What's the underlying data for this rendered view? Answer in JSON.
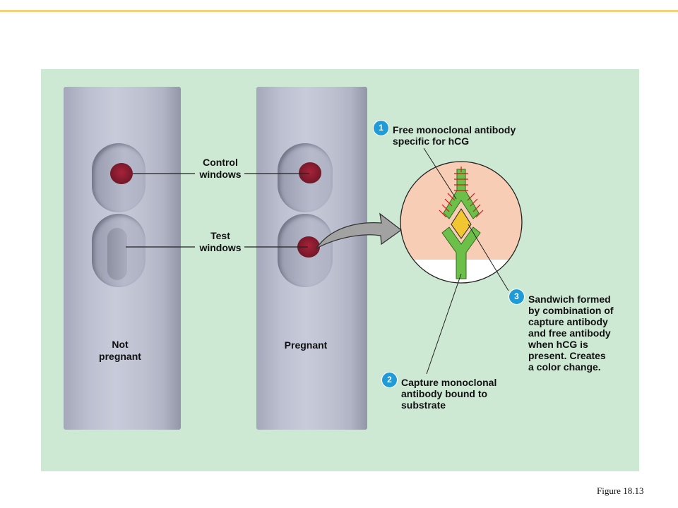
{
  "labels": {
    "control_line1": "Control",
    "control_line2": "windows",
    "test_line1": "Test",
    "test_line2": "windows",
    "not_pregnant_line1": "Not",
    "not_pregnant_line2": "pregnant",
    "pregnant": "Pregnant"
  },
  "callouts": [
    {
      "number": "1",
      "text": "Free monoclonal antibody\nspecific for hCG"
    },
    {
      "number": "2",
      "text": "Capture monoclonal\nantibody bound to\nsubstrate"
    },
    {
      "number": "3",
      "text": "Sandwich formed\nby combination of\ncapture antibody\nand free antibody\nwhen hCG is\npresent. Creates\na color change."
    }
  ],
  "caption": "Figure 18.13",
  "colors": {
    "panel": "#cde9d3",
    "top_rule": "#f5d27a",
    "badge": "#1f9bd8",
    "antibody": "#6cc04a",
    "hcg": "#f2c630",
    "circle_bg": "#f7cdb5",
    "red_window": "#8a1c30"
  }
}
